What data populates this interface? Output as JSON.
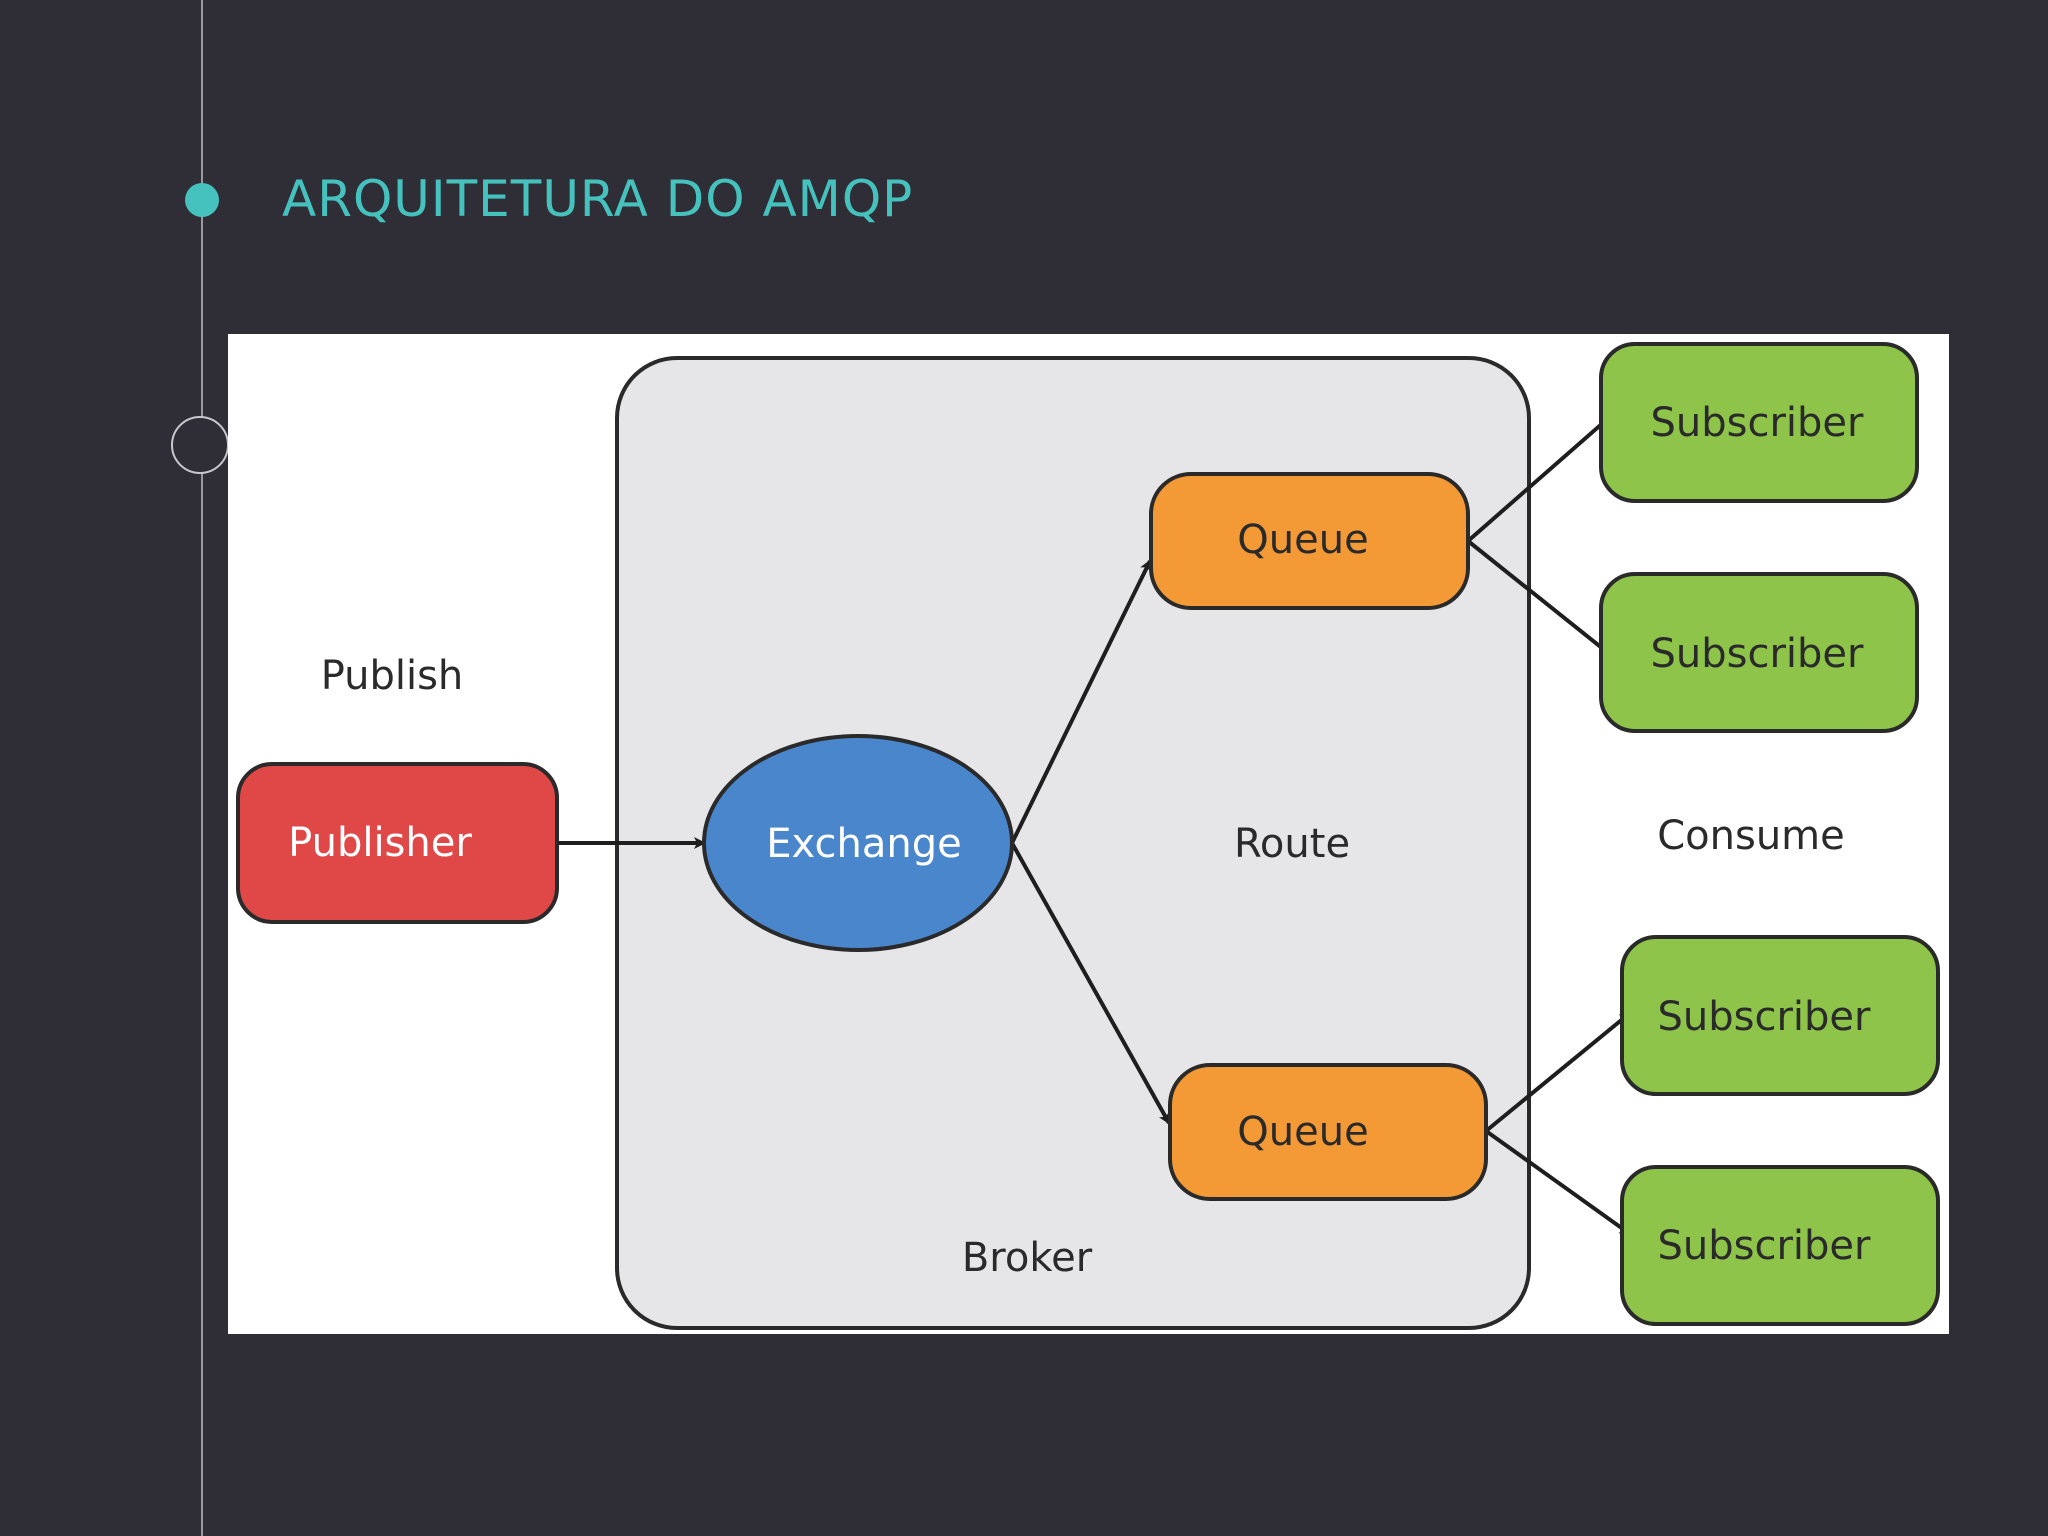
{
  "slide": {
    "title": "ARQUITETURA DO AMQP",
    "accent_color": "#45c2bd",
    "background_color": "#2f2e36"
  },
  "diagram": {
    "labels": {
      "publish": "Publish",
      "publisher": "Publisher",
      "exchange": "Exchange",
      "route": "Route",
      "broker": "Broker",
      "consume": "Consume",
      "queue_top": "Queue",
      "queue_bottom": "Queue",
      "subscriber_1": "Subscriber",
      "subscriber_2": "Subscriber",
      "subscriber_3": "Subscriber",
      "subscriber_4": "Subscriber"
    },
    "colors": {
      "publisher": "#e04848",
      "exchange": "#4a86cc",
      "queue": "#f39a36",
      "subscriber": "#8ec449",
      "broker": "#e6e6e8"
    }
  }
}
